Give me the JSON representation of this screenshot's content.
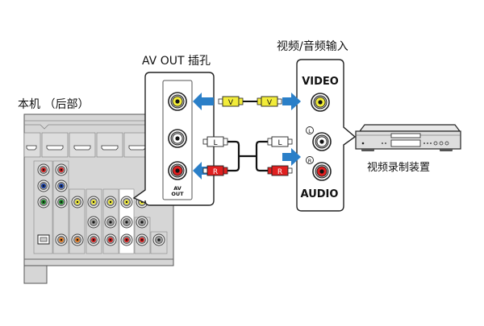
{
  "labels": {
    "unit_rear": "本机 （后部）",
    "av_out_jack": "AV OUT 插孔",
    "av_out_panel": [
      "AV",
      "OUT"
    ],
    "av_input": "视频/音频输入",
    "video": "VIDEO",
    "audio": "AUDIO",
    "left_mark": "L",
    "right_mark": "R",
    "recorder": "视频录制装置"
  },
  "cable": {
    "video_plug": "V",
    "left_plug": "L",
    "right_plug": "R"
  },
  "colors": {
    "video": "#f2ec3a",
    "audio_right": "#e02020",
    "audio_left": "#ffffff",
    "arrow": "#2a7fc8",
    "panel": "#d9d9d9",
    "component_pr": "#d22020",
    "component_pb": "#1a3fa0",
    "component_y": "#1f8a2a",
    "digital": "#e07820"
  }
}
